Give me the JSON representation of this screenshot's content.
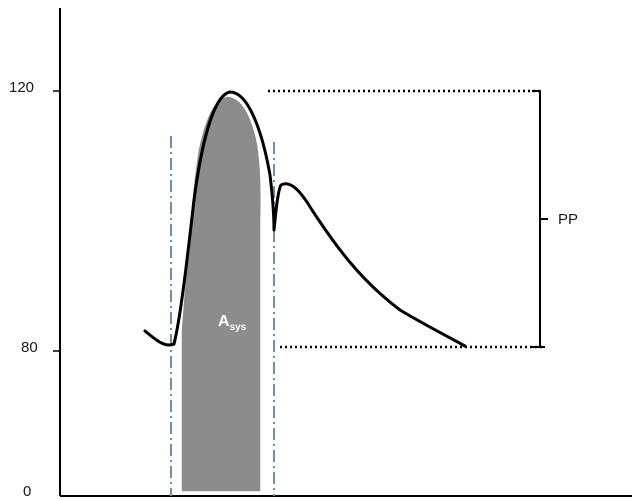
{
  "y_axis_ticks": [
    "120",
    "80",
    "0"
  ],
  "pulse_pressure_label": "PP",
  "systolic_area_label": {
    "main": "A",
    "sub": "sys"
  },
  "colors": {
    "curve": "#000000",
    "systolic_area_fill": "#8c8c8c",
    "boundary_lines": "#6b8fb3",
    "reference_lines": "#000000"
  }
}
